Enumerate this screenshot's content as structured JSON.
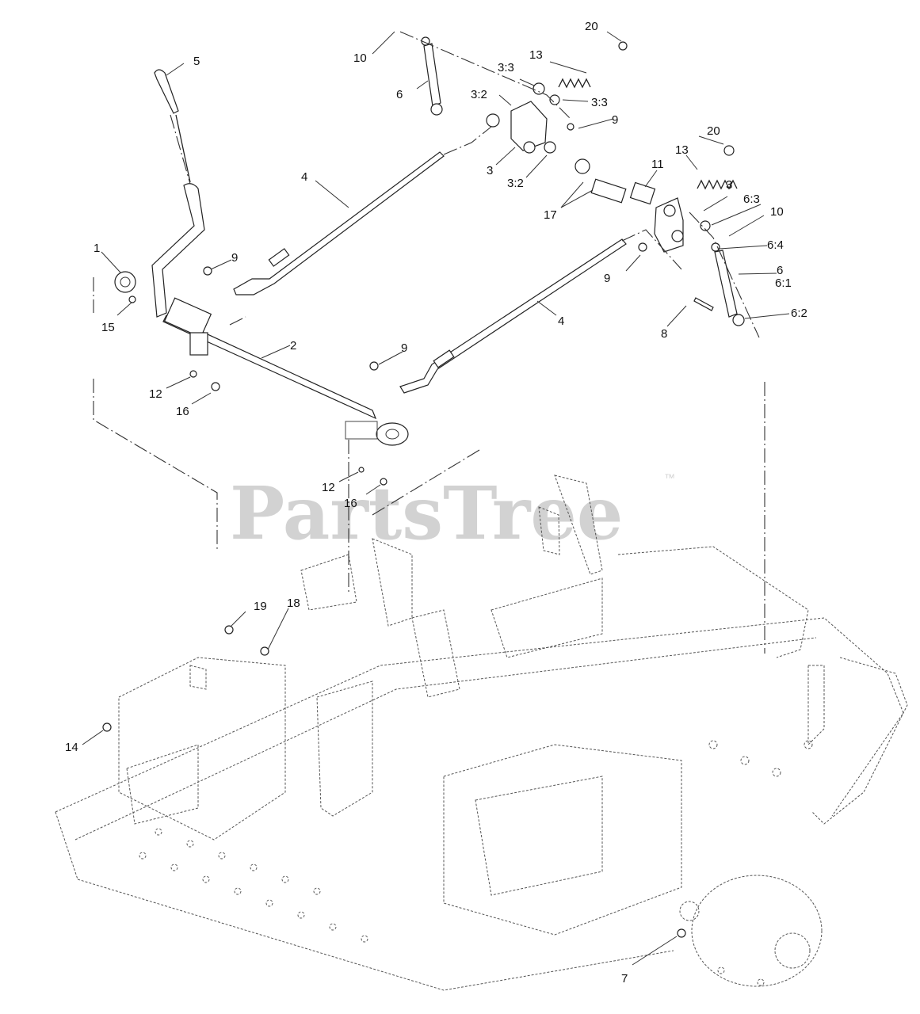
{
  "watermark": {
    "text": "PartsTree",
    "mark": "™"
  },
  "callouts": {
    "c1": "1",
    "c2": "2",
    "c3a": "3",
    "c3b": "3",
    "c3_2a": "3:2",
    "c3_2b": "3:2",
    "c3_3a": "3:3",
    "c3_3b": "3:3",
    "c4a": "4",
    "c4b": "4",
    "c5": "5",
    "c6a": "6",
    "c6b": "6",
    "c6_1": "6:1",
    "c6_2": "6:2",
    "c6_3": "6:3",
    "c6_4": "6:4",
    "c7": "7",
    "c8": "8",
    "c9a": "9",
    "c9b": "9",
    "c9c": "9",
    "c9d": "9",
    "c10a": "10",
    "c10b": "10",
    "c11": "11",
    "c12a": "12",
    "c12b": "12",
    "c13a": "13",
    "c13b": "13",
    "c14": "14",
    "c15": "15",
    "c16a": "16",
    "c16b": "16",
    "c17": "17",
    "c18": "18",
    "c19": "19",
    "c20a": "20",
    "c20b": "20"
  }
}
